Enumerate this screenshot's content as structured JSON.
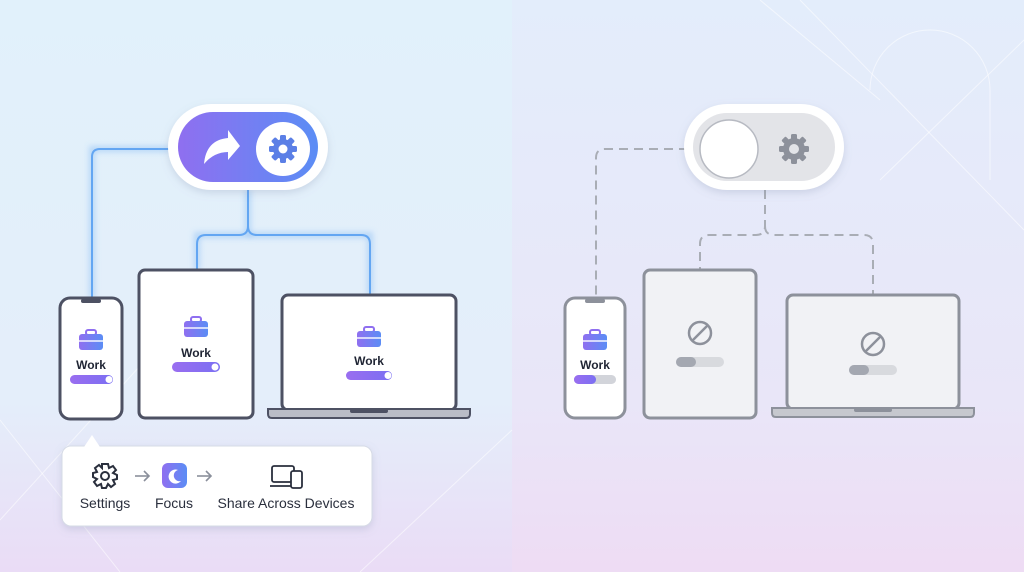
{
  "enabled_panel": {
    "devices": [
      {
        "kind": "phone",
        "mode_label": "Work",
        "icon": "briefcase-icon"
      },
      {
        "kind": "tablet",
        "mode_label": "Work",
        "icon": "briefcase-icon"
      },
      {
        "kind": "laptop",
        "mode_label": "Work",
        "icon": "briefcase-icon"
      }
    ],
    "toggle_state": "on",
    "toggle_icons": [
      "share-arrow-icon",
      "gear-icon"
    ]
  },
  "disabled_panel": {
    "devices": [
      {
        "kind": "phone",
        "mode_label": "Work",
        "icon": "briefcase-icon"
      },
      {
        "kind": "tablet",
        "icon": "blocked-icon"
      },
      {
        "kind": "laptop",
        "icon": "blocked-icon"
      }
    ],
    "toggle_state": "off",
    "toggle_icons": [
      "gear-icon"
    ]
  },
  "settings_path": {
    "steps": [
      {
        "label": "Settings",
        "icon": "gear-icon"
      },
      {
        "label": "Focus",
        "icon": "moon-icon"
      },
      {
        "label": "Share Across Devices",
        "icon": "devices-icon"
      }
    ],
    "separator_icon": "arrow-right-icon"
  },
  "colors": {
    "accent_start": "#8f6ff0",
    "accent_end": "#5b8df5",
    "connector_on": "#63a6f2",
    "connector_off": "#a9adb5",
    "device_frame": "#4d5163",
    "device_frame_off": "#8d919b"
  }
}
